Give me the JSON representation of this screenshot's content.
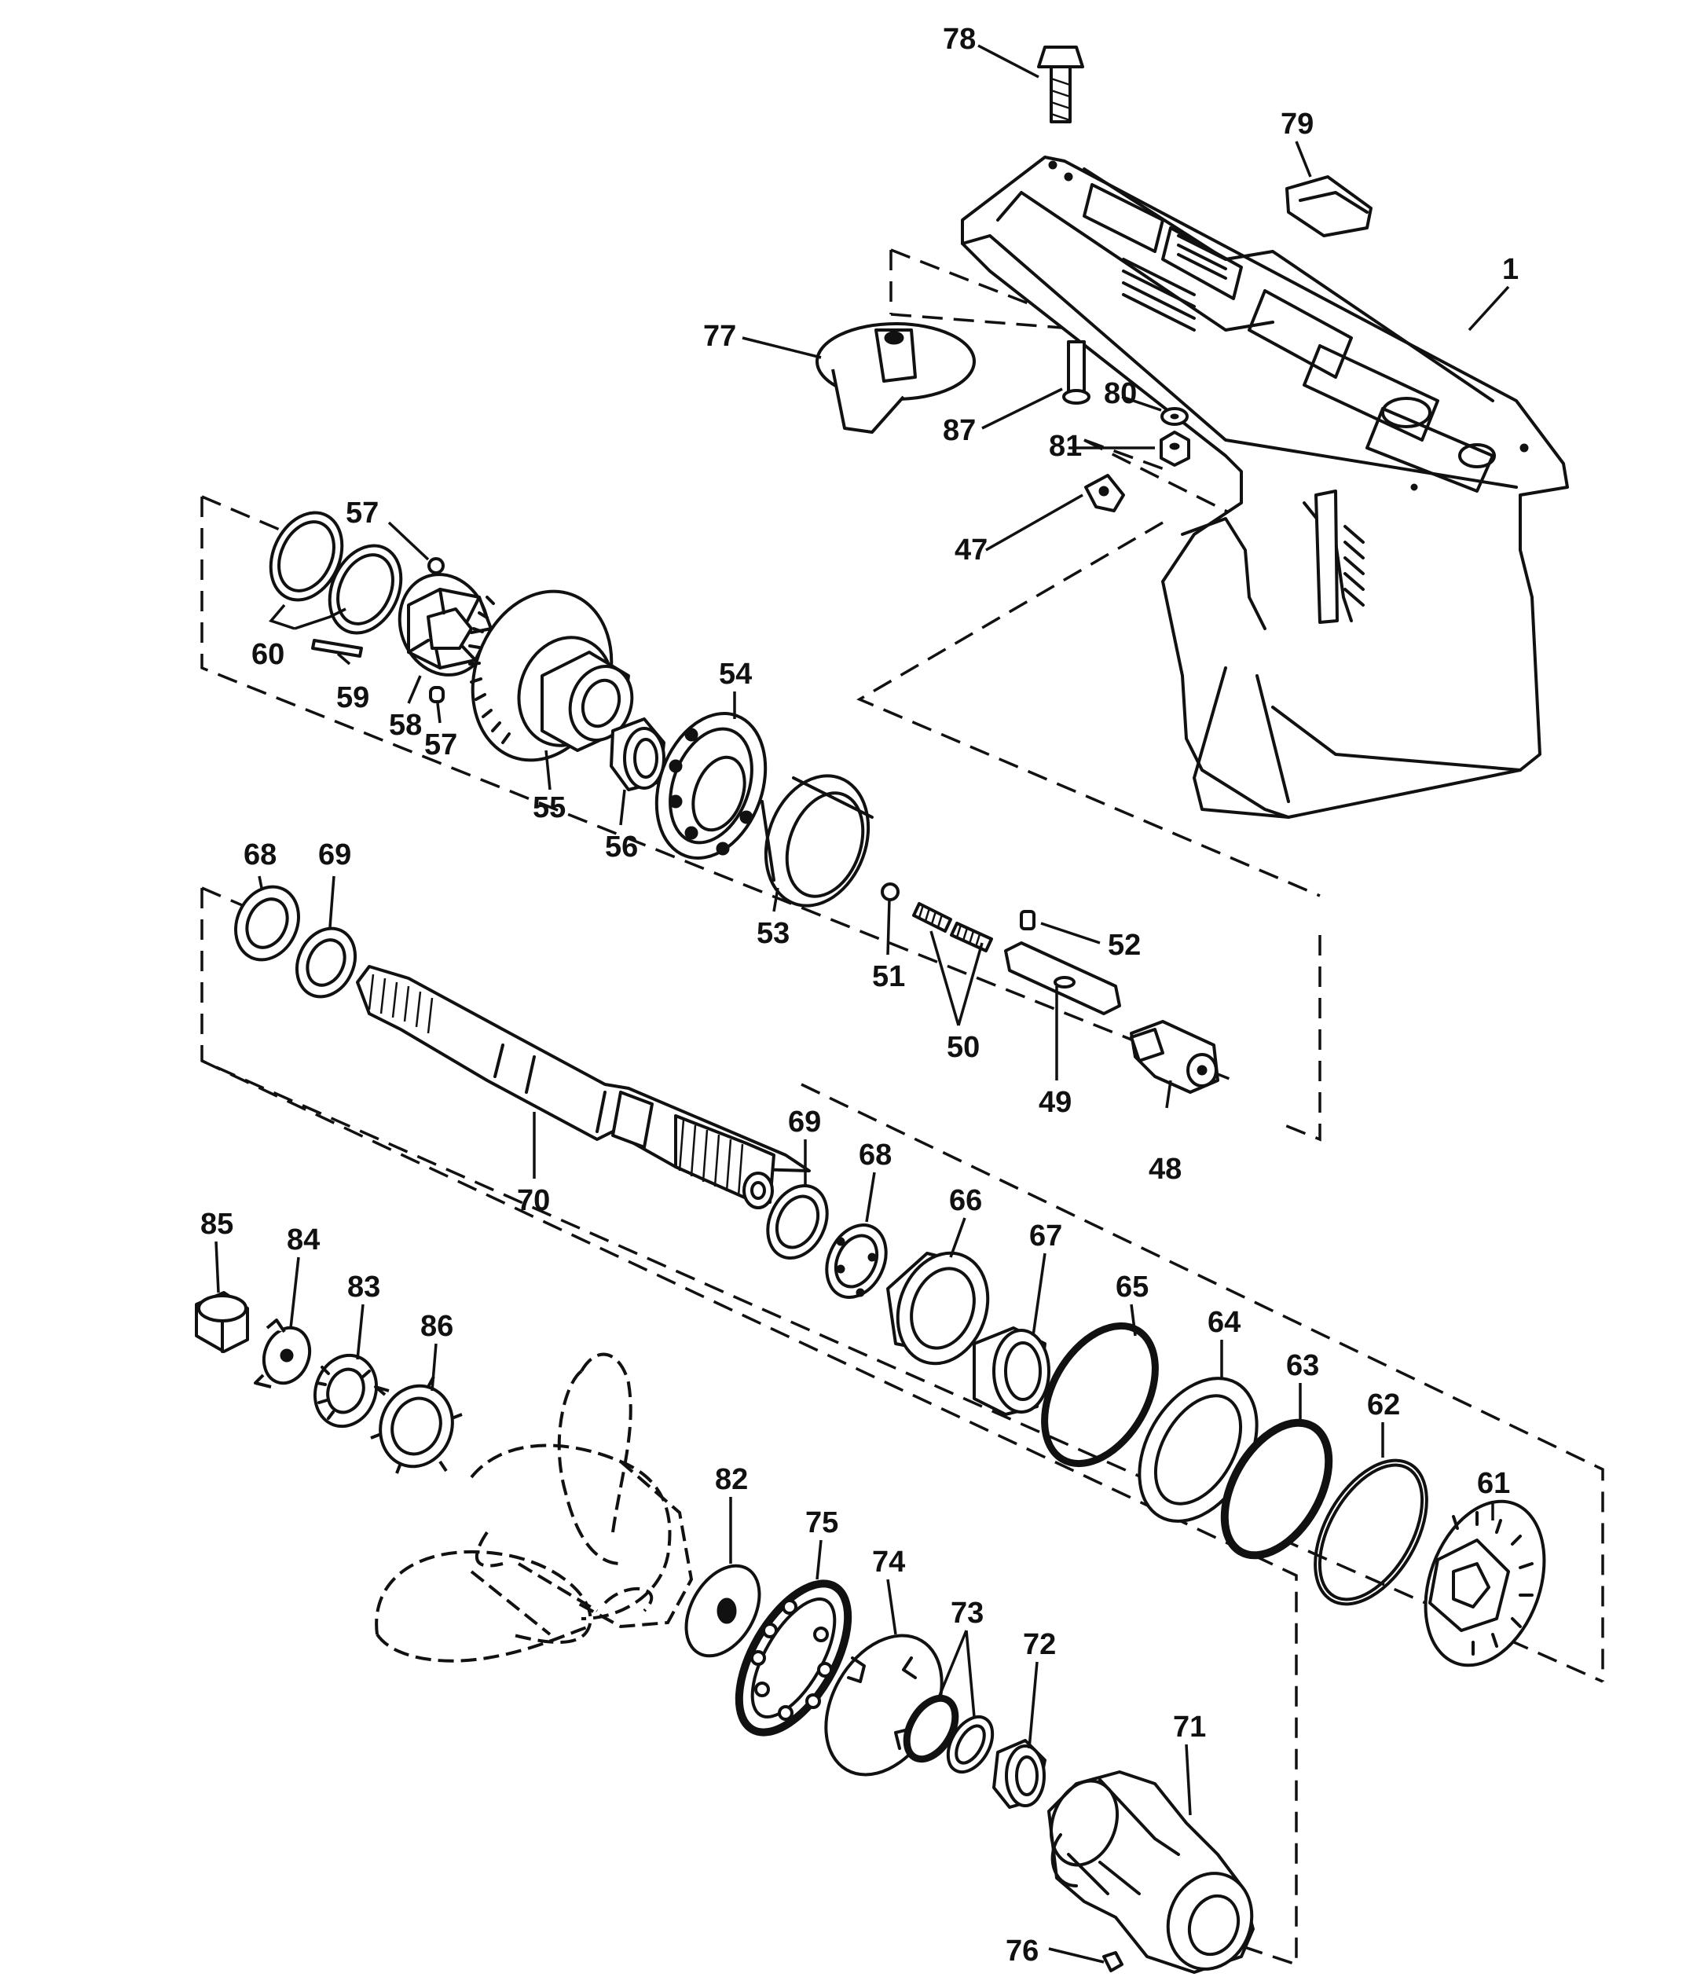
{
  "diagram": {
    "background": "#ffffff",
    "ink": "#111111",
    "callouts": [
      {
        "id": "78",
        "text": "78"
      },
      {
        "id": "79",
        "text": "79"
      },
      {
        "id": "1",
        "text": "1"
      },
      {
        "id": "77",
        "text": "77"
      },
      {
        "id": "80",
        "text": "80"
      },
      {
        "id": "87",
        "text": "87"
      },
      {
        "id": "81",
        "text": "81"
      },
      {
        "id": "47",
        "text": "47"
      },
      {
        "id": "57a",
        "text": "57"
      },
      {
        "id": "60",
        "text": "60"
      },
      {
        "id": "59",
        "text": "59"
      },
      {
        "id": "58",
        "text": "58"
      },
      {
        "id": "57b",
        "text": "57"
      },
      {
        "id": "55",
        "text": "55"
      },
      {
        "id": "54",
        "text": "54"
      },
      {
        "id": "56",
        "text": "56"
      },
      {
        "id": "53",
        "text": "53"
      },
      {
        "id": "68a",
        "text": "68"
      },
      {
        "id": "69a",
        "text": "69"
      },
      {
        "id": "51",
        "text": "51"
      },
      {
        "id": "50",
        "text": "50"
      },
      {
        "id": "52",
        "text": "52"
      },
      {
        "id": "49",
        "text": "49"
      },
      {
        "id": "48",
        "text": "48"
      },
      {
        "id": "70",
        "text": "70"
      },
      {
        "id": "69b",
        "text": "69"
      },
      {
        "id": "68b",
        "text": "68"
      },
      {
        "id": "66",
        "text": "66"
      },
      {
        "id": "67",
        "text": "67"
      },
      {
        "id": "65",
        "text": "65"
      },
      {
        "id": "64",
        "text": "64"
      },
      {
        "id": "63",
        "text": "63"
      },
      {
        "id": "62",
        "text": "62"
      },
      {
        "id": "61",
        "text": "61"
      },
      {
        "id": "85",
        "text": "85"
      },
      {
        "id": "84",
        "text": "84"
      },
      {
        "id": "83",
        "text": "83"
      },
      {
        "id": "86",
        "text": "86"
      },
      {
        "id": "82",
        "text": "82"
      },
      {
        "id": "75",
        "text": "75"
      },
      {
        "id": "74",
        "text": "74"
      },
      {
        "id": "73",
        "text": "73"
      },
      {
        "id": "72",
        "text": "72"
      },
      {
        "id": "71",
        "text": "71"
      },
      {
        "id": "76",
        "text": "76"
      }
    ]
  }
}
